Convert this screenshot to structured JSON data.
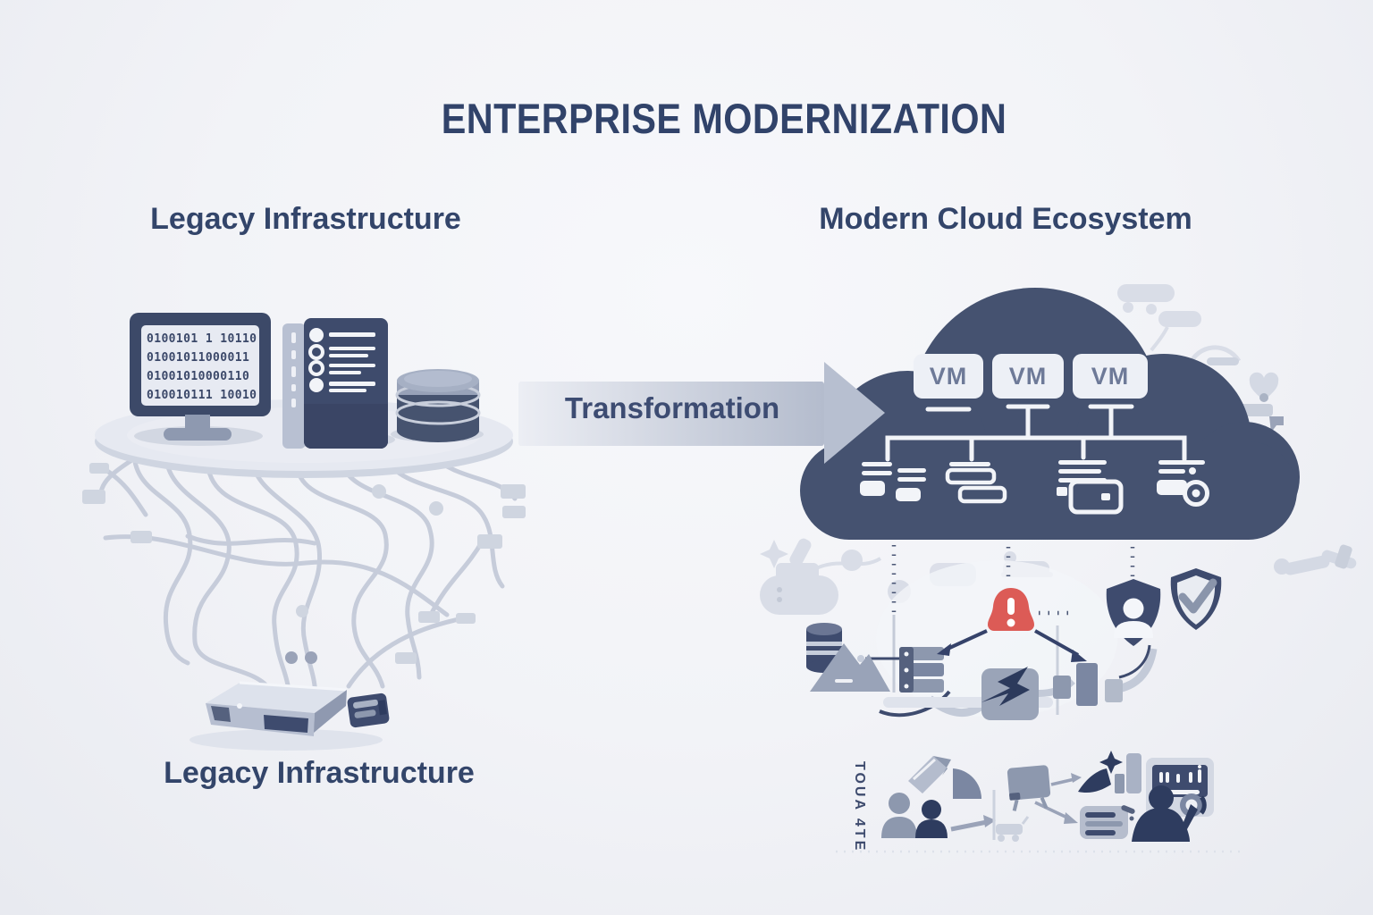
{
  "title": "ENTERPRISE MODERNIZATION",
  "sections": {
    "legacy": {
      "label": "Legacy Infrastructure"
    },
    "modern": {
      "label": "Modern Cloud Ecosystem"
    },
    "legacy_footer": {
      "label": "Legacy Infrastructure"
    }
  },
  "transformation": {
    "label": "Transformation"
  },
  "monitor": {
    "binary_lines": [
      "0100101 1 10110",
      "01001011000011",
      "01001010000110",
      "010010111 10010"
    ]
  },
  "cloud": {
    "vm_labels": [
      "VM",
      "VM",
      "VM"
    ]
  },
  "mini_flow": {
    "rotated_caption": "TOUA 4TE"
  },
  "colors": {
    "navy_text": "#31436a",
    "cloud_fill": "#455270",
    "alert_red": "#dc5b56",
    "wire_gray": "#c6ccda",
    "doodle_gray": "#d9dde7",
    "shield_navy": "#3e4b6e"
  },
  "icons": {
    "monitor-icon": "crt monitor with binary code screen",
    "server-tower-icon": "tower server with leds",
    "database-icon": "stacked database cylinders",
    "router-icon": "legacy router box with cables",
    "tangled-wires": "tangled cable bundle",
    "transformation-arrow": "large right gradient arrow",
    "cloud-icon": "cloud silhouette",
    "vm-box": "virtual machine chip",
    "cloud-service-grid-icon": "white list/grid glyph",
    "cloud-layers-icon": "white layered bars glyph",
    "cloud-card-icon": "white lines and card glyph",
    "cloud-monitor-icon": "white lines and lens glyph",
    "alert-icon": "red warning bell with exclamation",
    "user-shield-icon": "navy shield with person",
    "check-shield-icon": "shield with checkmark",
    "database-small-icon": "small database cylinder",
    "mountain-icon": "gray mountain",
    "server-stack-icon": "gray server rows",
    "import-folder-icon": "folder with return arrow",
    "bar-blocks-icon": "three bar blocks",
    "people-icon": "two person silhouettes",
    "book-icon": "open book",
    "pie-icon": "quarter pie",
    "whiteboard-icon": "tilted board",
    "megaphone-star-icon": "megaphone with spark",
    "task-list-icon": "list card with pen",
    "presenter-monitor-icon": "person at dashboard screen",
    "heart-icon": "faded heart doodle",
    "chat-icon": "faded speech bubbles",
    "printer-icon": "faded printer doodle",
    "tools-icon": "faded tools doodle"
  }
}
